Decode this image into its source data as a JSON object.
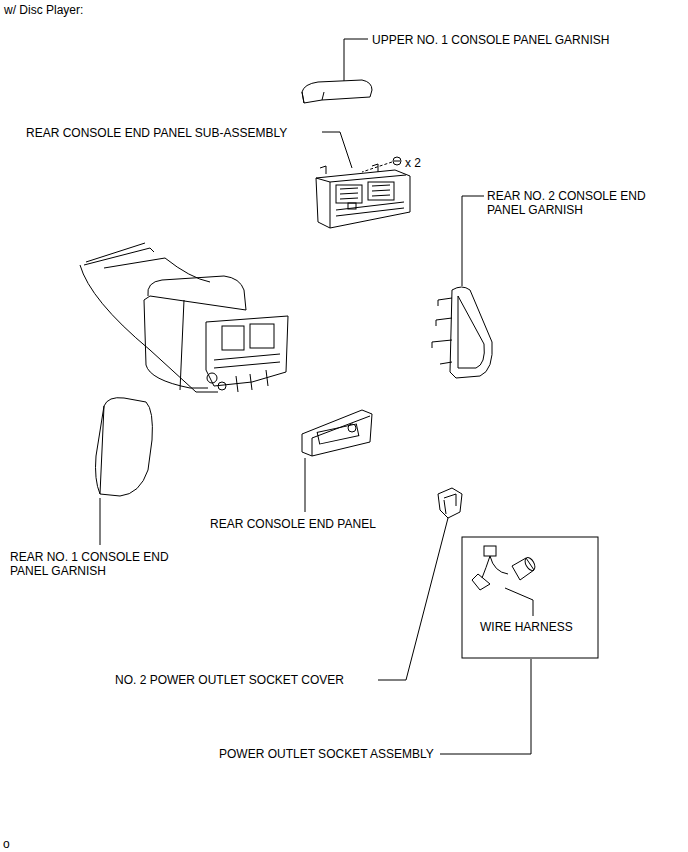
{
  "diagram": {
    "title": "w/ Disc Player:",
    "labels": [
      "UPPER NO. 1 CONSOLE PANEL GARNISH",
      "REAR CONSOLE END PANEL SUB-ASSEMBLY",
      "x 2",
      "REAR NO. 2 CONSOLE END PANEL GARNISH",
      "REAR CONSOLE END PANEL",
      "REAR NO. 1 CONSOLE END PANEL GARNISH",
      "WIRE HARNESS",
      "NO. 2 POWER OUTLET SOCKET COVER",
      "POWER OUTLET SOCKET ASSEMBLY",
      "o"
    ]
  }
}
